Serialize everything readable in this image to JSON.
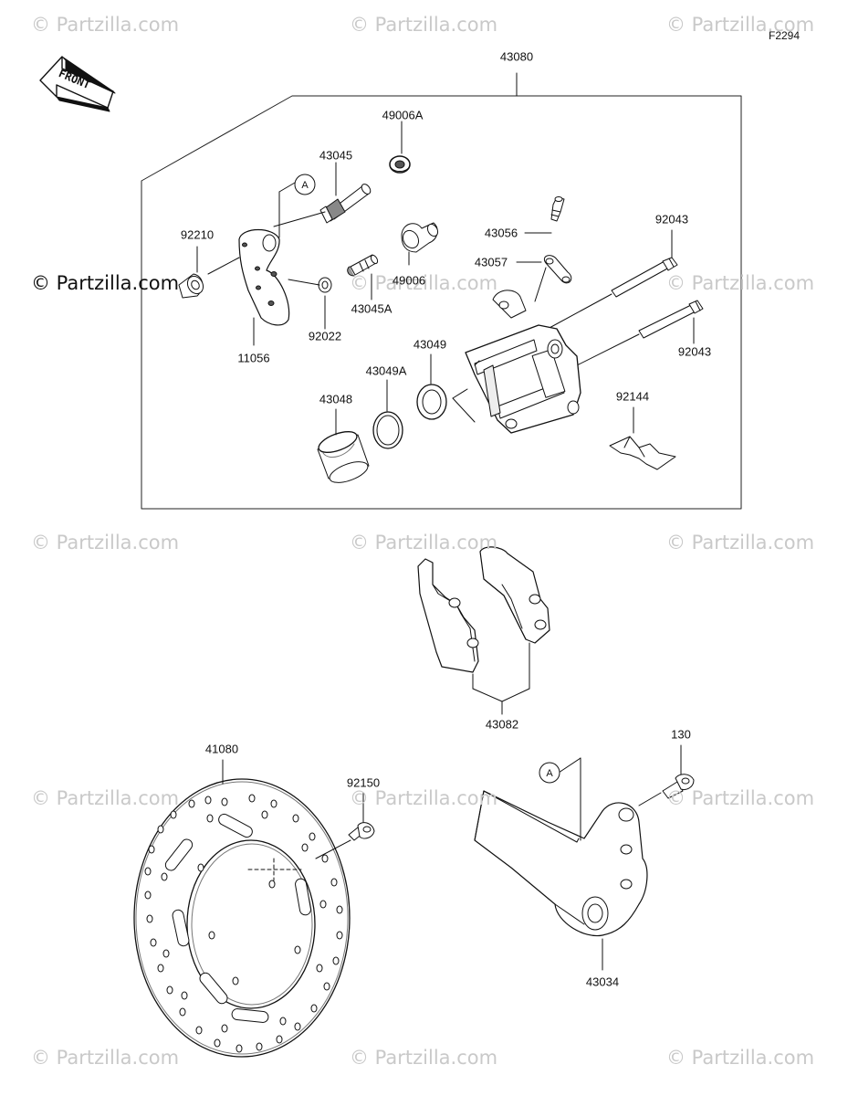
{
  "watermark": "© Partzilla.com",
  "diagram_code": "F2294",
  "front_label": "FRONT",
  "callout_letter": "A",
  "parts": {
    "p43080": "43080",
    "p49006A": "49006A",
    "p43045": "43045",
    "p92210": "92210",
    "p49006": "49006",
    "p43045A": "43045A",
    "p92022": "92022",
    "p11056": "11056",
    "p43056": "43056",
    "p43057": "43057",
    "p92043a": "92043",
    "p92043b": "92043",
    "p43049": "43049",
    "p43049A": "43049A",
    "p43048": "43048",
    "p92144": "92144",
    "p43082": "43082",
    "p41080": "41080",
    "p92150": "92150",
    "p130": "130",
    "p43034": "43034"
  }
}
